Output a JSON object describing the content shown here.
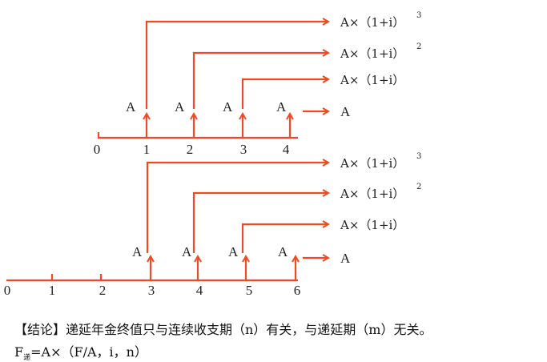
{
  "top_diagram": {
    "ticks": [
      "0",
      "1",
      "2",
      "3",
      "4"
    ],
    "payment_label": "A",
    "results": [
      {
        "text": "A×（1+i）",
        "exp": "3"
      },
      {
        "text": "A×（1+i）",
        "exp": "2"
      },
      {
        "text": "A×（1+i）",
        "exp": ""
      },
      {
        "text": "A",
        "exp": ""
      }
    ]
  },
  "bottom_diagram": {
    "ticks": [
      "0",
      "1",
      "2",
      "3",
      "4",
      "5",
      "6"
    ],
    "payment_label": "A",
    "results": [
      {
        "text": "A×（1+i）",
        "exp": "3"
      },
      {
        "text": "A×（1+i）",
        "exp": "2"
      },
      {
        "text": "A×（1+i）",
        "exp": ""
      },
      {
        "text": "A",
        "exp": ""
      }
    ]
  },
  "conclusion": "【结论】递延年金终值只与连续收支期（n）有关，与递延期（m）无关。",
  "formula": {
    "F": "F",
    "sub": "递",
    "rest": "=A×（F/A，i，n）"
  },
  "colors": {
    "arrow": "#ef4a22"
  }
}
